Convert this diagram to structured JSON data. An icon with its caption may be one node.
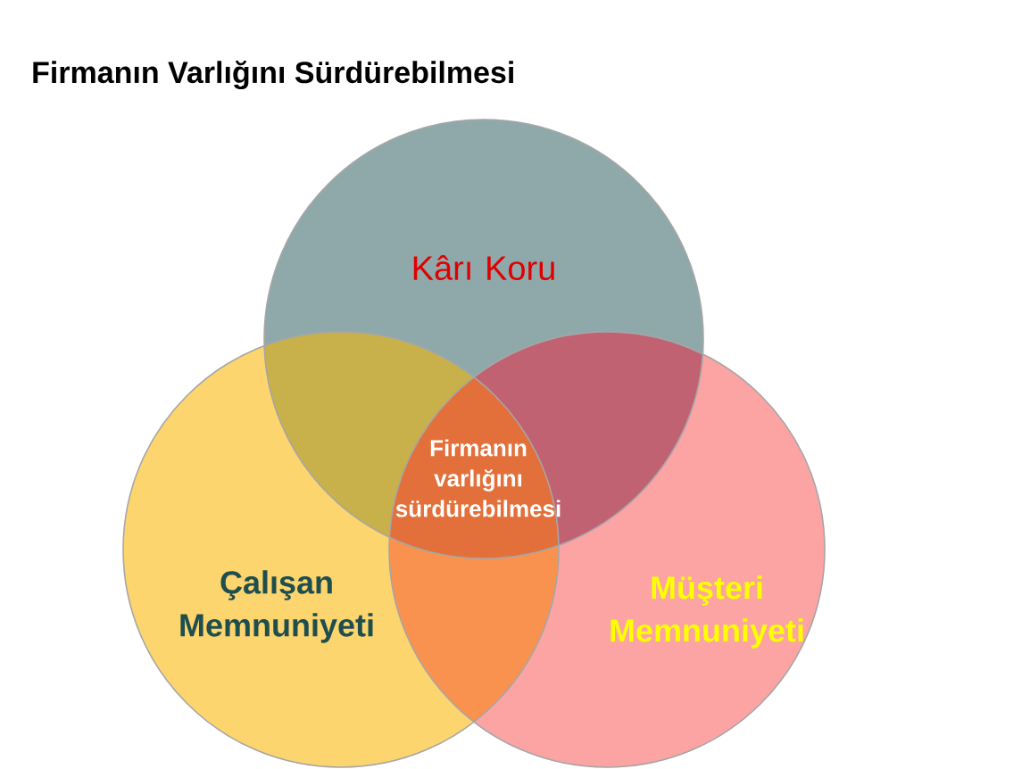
{
  "diagram": {
    "title": "Firmanın Varlığını Sürdürebilmesi",
    "nodes": [
      {
        "text": [
          "Kârı Koru"
        ]
      },
      {
        "text": [
          "Çalışan Memnuniyeti"
        ]
      },
      {
        "text": [
          "Müşteri Memnuniyeti"
        ]
      },
      {
        "text": [
          "Firmanın varlığını sürdürebilmesi"
        ]
      }
    ]
  }
}
